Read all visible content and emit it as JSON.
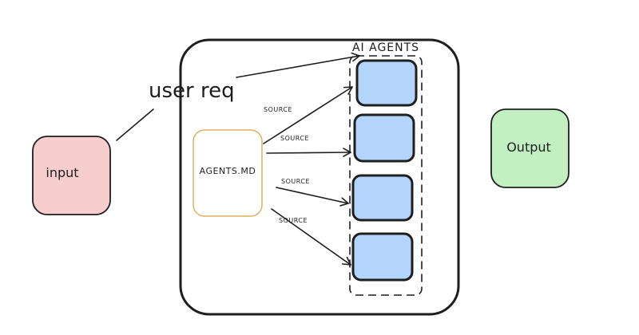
{
  "labels": {
    "user_req": "user req",
    "input": "input",
    "output": "Output",
    "ai_agents": "AI AGENTS",
    "agents_md": "AGENTS.MD"
  },
  "edge_labels": [
    "SOURCE",
    "SOURCE",
    "SOURCE",
    "SOURCE"
  ],
  "colors": {
    "stroke": "#1e1e1e",
    "input_fill": "#f8cdcd",
    "output_fill": "#c3f0c3",
    "agent_fill": "#b3d5fb",
    "agents_md_stroke": "#e2ae5f"
  }
}
